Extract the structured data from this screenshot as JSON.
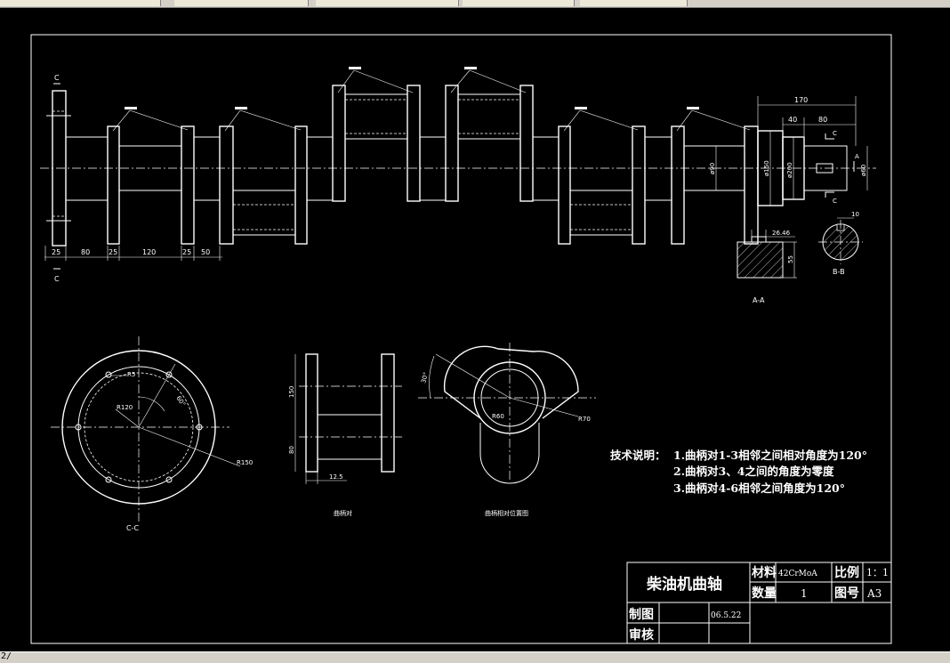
{
  "app": {
    "status_text": "2/"
  },
  "colors": {
    "background": "#000000",
    "lines": "#ffffff",
    "chrome": "#d4d0c8"
  },
  "main_view": {
    "dims_bottom": [
      "25",
      "80",
      "25",
      "120",
      "25",
      "50"
    ],
    "dims_right": [
      "170",
      "40",
      "80"
    ],
    "diameters": [
      "ø90",
      "ø150",
      "ø200",
      "ø60"
    ],
    "section_marks": {
      "c_top": "C",
      "c_bottom": "C",
      "right_c_top": "C",
      "right_c_bottom": "C",
      "a_mark": "A"
    }
  },
  "section_aa": {
    "dim_width": "26.46",
    "dim_height": "55",
    "caption": "A-A"
  },
  "section_bb": {
    "dim": "10",
    "caption": "B-B"
  },
  "view_cc": {
    "r_small": "R5",
    "r_mid": "R120",
    "r_outer": "R150",
    "angle": "60°",
    "caption": "C-C"
  },
  "crank_pair": {
    "dim_150": "150",
    "dim_80": "80",
    "dim_12_5": "12.5",
    "caption": "曲柄对"
  },
  "relative_position": {
    "angle": "30°",
    "r60": "R60",
    "r70": "R70",
    "caption": "曲柄相对位置图"
  },
  "technical_notes": {
    "label": "技术说明：",
    "lines": [
      "1.曲柄对1-3相邻之间相对角度为120°",
      "2.曲柄对3、4之间的角度为零度",
      "3.曲柄对4-6相邻之间角度为120°"
    ]
  },
  "title_block": {
    "part_name": "柴油机曲轴",
    "material_label": "材料",
    "material_value": "42CrMoA",
    "scale_label": "比例",
    "scale_value": "1：1",
    "quantity_label": "数量",
    "quantity_value": "1",
    "drawing_no_label": "图号",
    "drawing_no_value": "A3",
    "drawn_label": "制图",
    "drawn_date": "06.5.22",
    "checked_label": "审核"
  }
}
